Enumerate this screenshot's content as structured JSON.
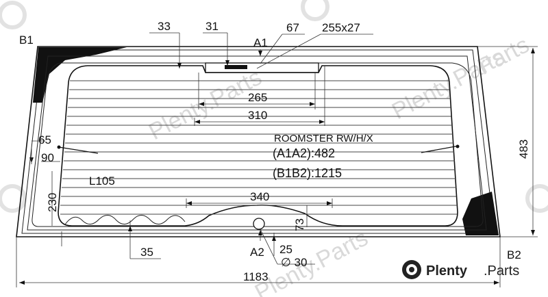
{
  "corners": {
    "b1": "B1",
    "b2": "B2",
    "a1": "A1",
    "a2": "A2"
  },
  "dimensions": {
    "top_33": "33",
    "top_31": "31",
    "top_67": "67",
    "top_255x27": "255x27",
    "d_265": "265",
    "d_310": "310",
    "d_65": "65",
    "d_90": "90",
    "d_l105": "L105",
    "d_230": "230",
    "d_340": "340",
    "d_73": "73",
    "d_35": "35",
    "d_25": "25",
    "d_dia30": "∅ 30",
    "d_1183": "1183",
    "d_483": "483"
  },
  "info": {
    "model": "ROOMSTER RW/H/X",
    "a1a2": "(A1A2):482",
    "b1b2": "(B1B2):1215"
  },
  "brand": {
    "name": "Plenty",
    "suffix": ".Parts"
  },
  "watermarks": [
    "Plenty.Parts",
    "Plenty.Parts",
    "Plenty.Parts",
    "Parts"
  ]
}
